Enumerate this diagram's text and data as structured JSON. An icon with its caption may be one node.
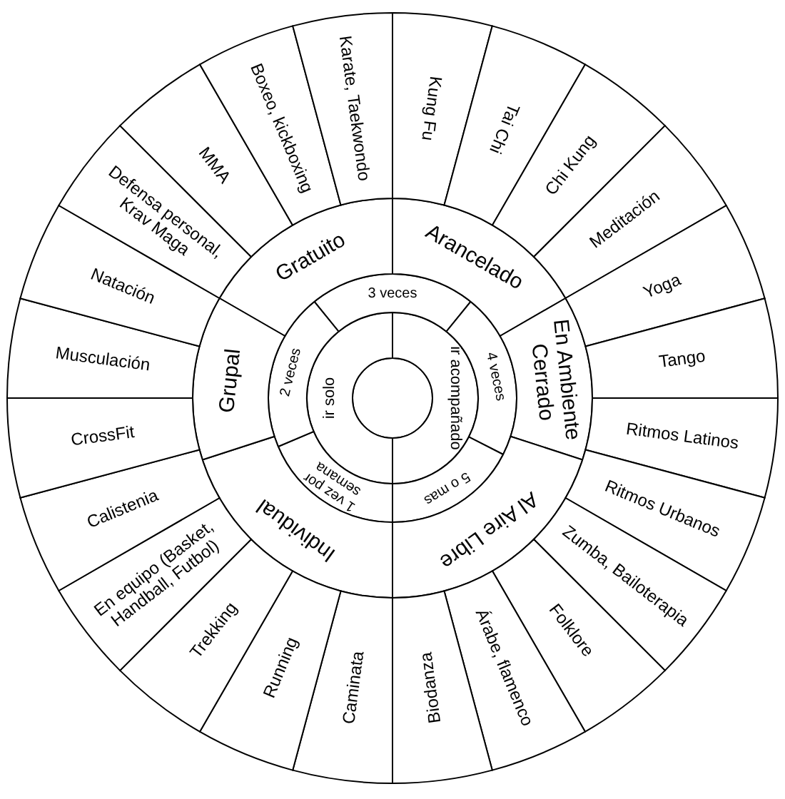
{
  "diagram": {
    "nodes": [
      {
        "text": [],
        "shape": "circle"
      },
      {
        "text": [
          "ir solo"
        ]
      },
      {
        "text": [
          "ir acompañado"
        ]
      },
      {
        "text": [
          "3 veces"
        ]
      },
      {
        "text": [
          "4 veces"
        ]
      },
      {
        "text": [
          "5 o mas"
        ]
      },
      {
        "text": [
          "1 vez por semana"
        ]
      },
      {
        "text": [
          "2 veces"
        ]
      },
      {
        "text": [
          "Gratuito"
        ]
      },
      {
        "text": [
          "Arancelado"
        ]
      },
      {
        "text": [
          "En Ambiente Cerrado"
        ]
      },
      {
        "text": [
          "Al Aire Libre"
        ]
      },
      {
        "text": [
          "Individual"
        ]
      },
      {
        "text": [
          "Grupal"
        ]
      },
      {
        "text": [
          "Kung Fu"
        ]
      },
      {
        "text": [
          "Tai Chi"
        ]
      },
      {
        "text": [
          "Chi Kung"
        ]
      },
      {
        "text": [
          "Meditación"
        ]
      },
      {
        "text": [
          "Yoga"
        ]
      },
      {
        "text": [
          "Tango"
        ]
      },
      {
        "text": [
          "Ritmos Latinos"
        ]
      },
      {
        "text": [
          "Ritmos Urbanos"
        ]
      },
      {
        "text": [
          "Zumba, Bailoterapia"
        ]
      },
      {
        "text": [
          "Folklore"
        ]
      },
      {
        "text": [
          "Árabe, flamenco"
        ]
      },
      {
        "text": [
          "Biodanza"
        ]
      },
      {
        "text": [
          "Caminata"
        ]
      },
      {
        "text": [
          "Running"
        ]
      },
      {
        "text": [
          "Trekking"
        ]
      },
      {
        "text": [
          "En equipo (Basket, Handball, Futbol)"
        ]
      },
      {
        "text": [
          "Calistenia"
        ]
      },
      {
        "text": [
          "CrossFit"
        ]
      },
      {
        "text": [
          "Musculación"
        ]
      },
      {
        "text": [
          "Natación"
        ]
      },
      {
        "text": [
          "Defensa personal, Krav Maga"
        ]
      },
      {
        "text": [
          "MMA"
        ]
      },
      {
        "text": [
          "Boxeo, kickboxing"
        ]
      },
      {
        "text": [
          "Karate, Taekwondo"
        ]
      }
    ]
  }
}
